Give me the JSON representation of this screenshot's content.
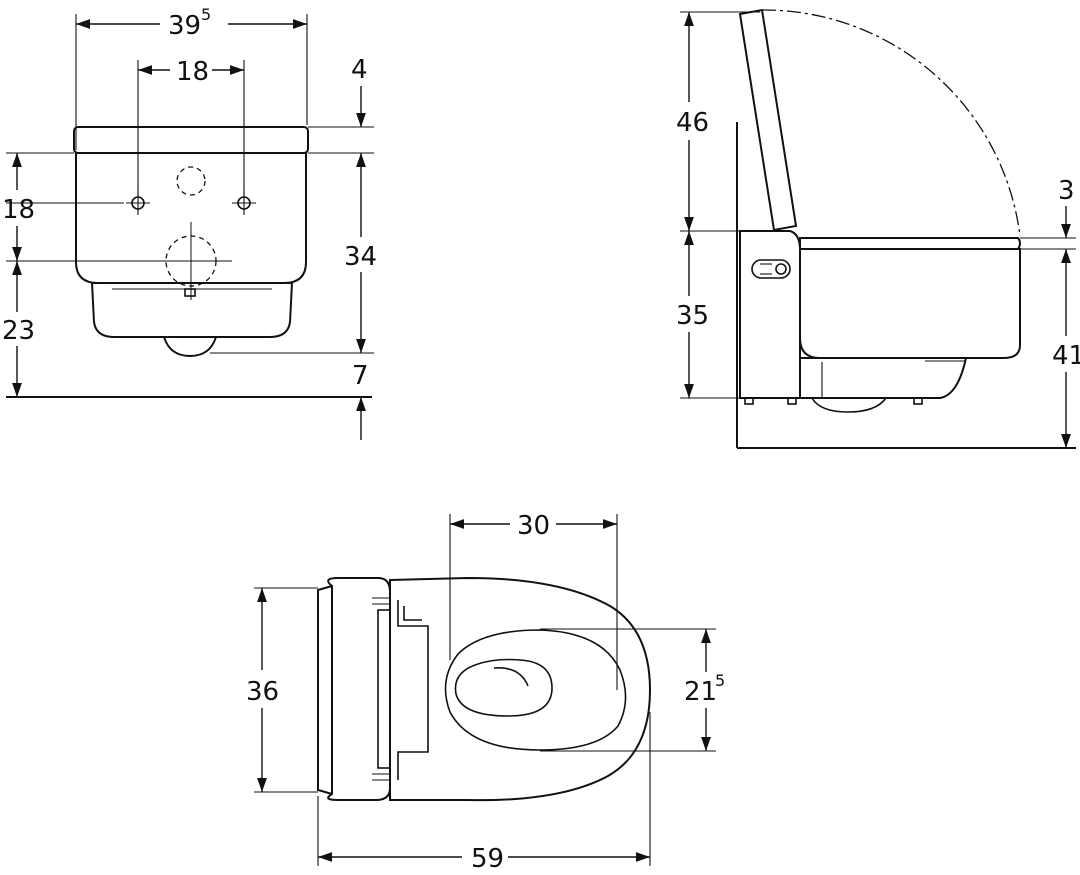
{
  "front_view": {
    "width_total": {
      "main": "39",
      "sup": "5"
    },
    "fixing_distance": "18",
    "lid_thickness": "4",
    "height_fixings": "18",
    "height_drain": "23",
    "height_body": "34",
    "floor_clearance": "7"
  },
  "side_view": {
    "lid_height": "46",
    "seat_thickness": "3",
    "fixing_height": "35",
    "seat_height": "41"
  },
  "top_view": {
    "bowl_opening_length": "30",
    "width": "36",
    "opening_width": {
      "main": "21",
      "sup": "5"
    },
    "depth": "59"
  }
}
